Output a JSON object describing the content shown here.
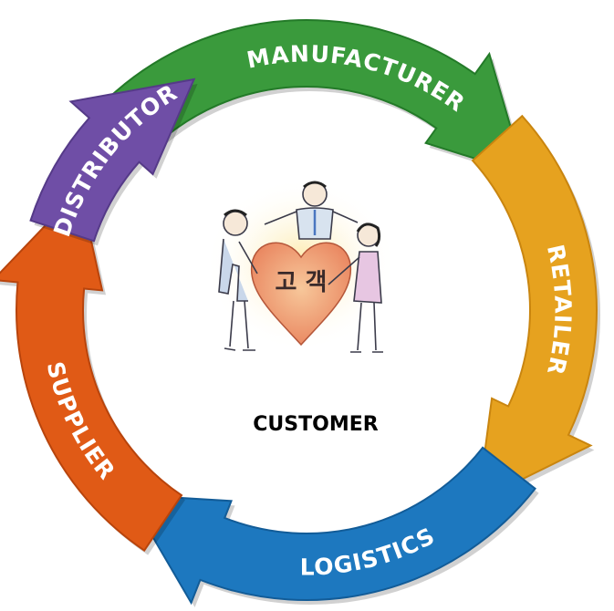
{
  "center": {
    "label": "CUSTOMER",
    "illustration_text": "고 객"
  },
  "segments": [
    {
      "id": "manufacturer",
      "label": "MANUFACTURER",
      "color": "#3a9a3c",
      "dark": "#237a28"
    },
    {
      "id": "retailer",
      "label": "RETAILER",
      "color": "#e6a21f",
      "dark": "#c9850f"
    },
    {
      "id": "logistics",
      "label": "LOGISTICS",
      "color": "#1d78bf",
      "dark": "#125c98"
    },
    {
      "id": "supplier",
      "label": "SUPPLIER",
      "color": "#e05a16",
      "dark": "#b8440c"
    },
    {
      "id": "distributor",
      "label": "DISTRIBUTOR",
      "color": "#6f4ea6",
      "dark": "#553a88"
    }
  ]
}
